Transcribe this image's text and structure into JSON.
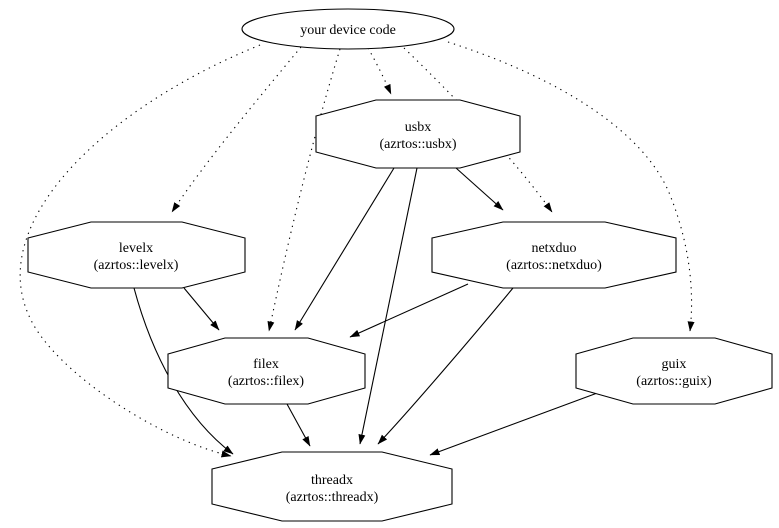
{
  "diagram": {
    "type": "dependency-graph",
    "background_color": "#ffffff",
    "stroke_color": "#000000",
    "nodes": {
      "device": {
        "shape": "ellipse",
        "label": "your device code"
      },
      "usbx": {
        "shape": "octagon",
        "name": "usbx",
        "pkg": "(azrtos::usbx)"
      },
      "levelx": {
        "shape": "octagon",
        "name": "levelx",
        "pkg": "(azrtos::levelx)"
      },
      "netxduo": {
        "shape": "octagon",
        "name": "netxduo",
        "pkg": "(azrtos::netxduo)"
      },
      "filex": {
        "shape": "octagon",
        "name": "filex",
        "pkg": "(azrtos::filex)"
      },
      "guix": {
        "shape": "octagon",
        "name": "guix",
        "pkg": "(azrtos::guix)"
      },
      "threadx": {
        "shape": "octagon",
        "name": "threadx",
        "pkg": "(azrtos::threadx)"
      }
    },
    "edges": [
      {
        "from": "device",
        "to": "usbx",
        "style": "dotted"
      },
      {
        "from": "device",
        "to": "levelx",
        "style": "dotted"
      },
      {
        "from": "device",
        "to": "netxduo",
        "style": "dotted"
      },
      {
        "from": "device",
        "to": "filex",
        "style": "dotted"
      },
      {
        "from": "device",
        "to": "guix",
        "style": "dotted"
      },
      {
        "from": "device",
        "to": "threadx",
        "style": "dotted"
      },
      {
        "from": "usbx",
        "to": "netxduo",
        "style": "solid"
      },
      {
        "from": "usbx",
        "to": "filex",
        "style": "solid"
      },
      {
        "from": "usbx",
        "to": "threadx",
        "style": "solid"
      },
      {
        "from": "levelx",
        "to": "filex",
        "style": "solid"
      },
      {
        "from": "levelx",
        "to": "threadx",
        "style": "solid"
      },
      {
        "from": "netxduo",
        "to": "filex",
        "style": "solid"
      },
      {
        "from": "netxduo",
        "to": "threadx",
        "style": "solid"
      },
      {
        "from": "filex",
        "to": "threadx",
        "style": "solid"
      },
      {
        "from": "guix",
        "to": "threadx",
        "style": "solid"
      }
    ]
  }
}
